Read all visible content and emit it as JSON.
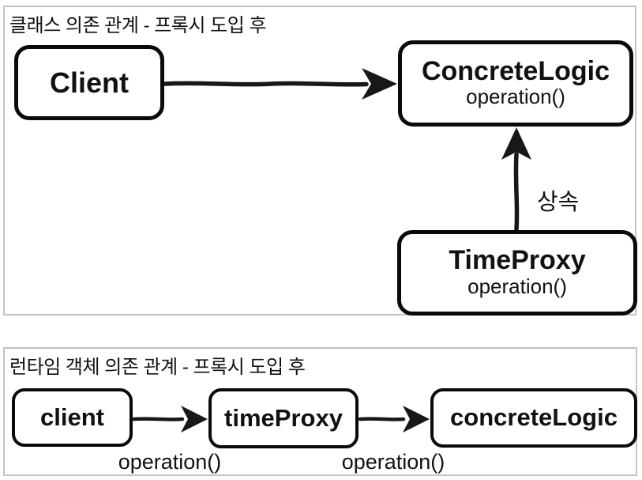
{
  "colors": {
    "background": "#ffffff",
    "panel_border": "#c3c3c3",
    "box_border": "#0a0a0a",
    "text": "#111111",
    "arrow": "#181818"
  },
  "class_diagram": {
    "title": "클래스 의존 관계 - 프록시 도입 후",
    "nodes": {
      "client": {
        "name": "Client"
      },
      "concrete_logic": {
        "name": "ConcreteLogic",
        "method": "operation()"
      },
      "time_proxy": {
        "name": "TimeProxy",
        "method": "operation()"
      }
    },
    "edges": {
      "dependency": {
        "from": "Client",
        "to": "ConcreteLogic"
      },
      "inheritance": {
        "from": "TimeProxy",
        "to": "ConcreteLogic",
        "label": "상속"
      }
    }
  },
  "runtime_diagram": {
    "title": "런타임 객체 의존 관계 - 프록시 도입 후",
    "nodes": {
      "client": {
        "name": "client"
      },
      "time_proxy": {
        "name": "timeProxy"
      },
      "concrete_logic": {
        "name": "concreteLogic"
      }
    },
    "edges": {
      "client_to_proxy": {
        "from": "client",
        "to": "timeProxy",
        "label": "operation()"
      },
      "proxy_to_logic": {
        "from": "timeProxy",
        "to": "concreteLogic",
        "label": "operation()"
      }
    }
  }
}
